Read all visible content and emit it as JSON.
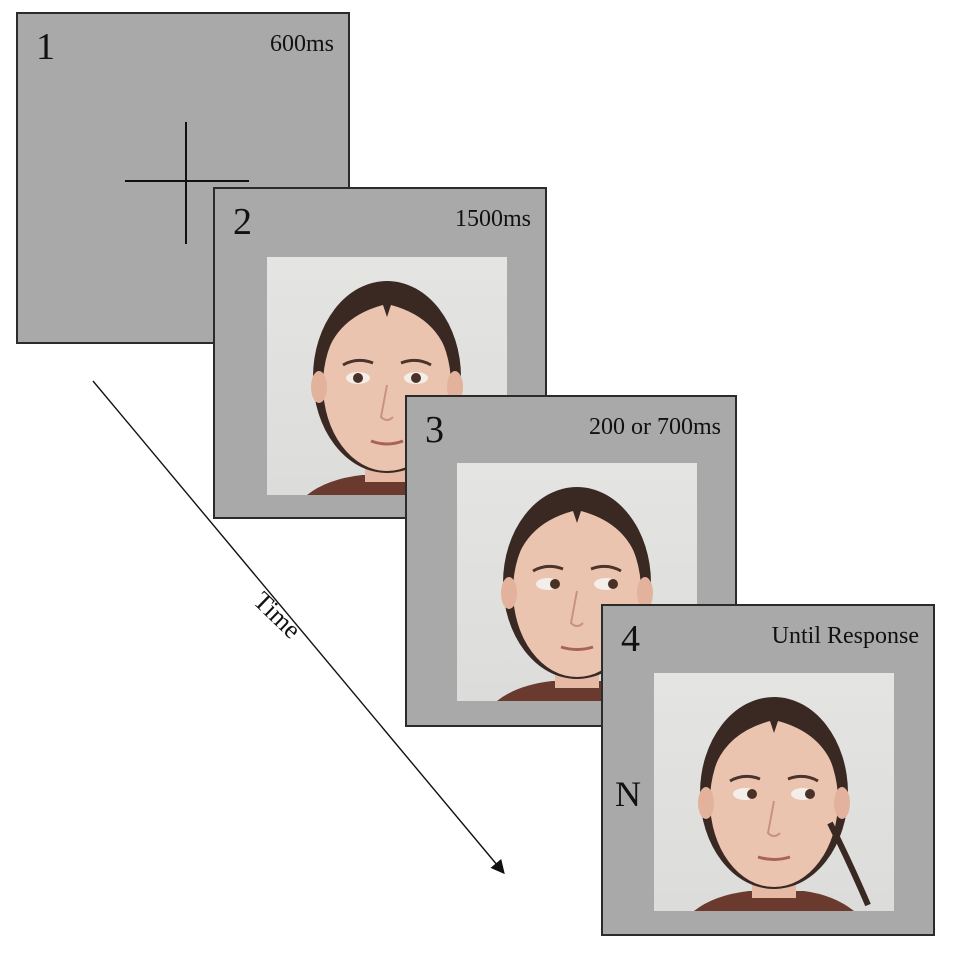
{
  "frames": [
    {
      "number": "1",
      "duration": "600ms"
    },
    {
      "number": "2",
      "duration": "1500ms"
    },
    {
      "number": "3",
      "duration": "200 or 700ms"
    },
    {
      "number": "4",
      "duration": "Until Response",
      "letter": "N"
    }
  ],
  "axis": {
    "label": "Time"
  },
  "stimulus": {
    "face_1": "face-photo-direct-gaze",
    "face_2": "face-photo-averted-gaze-right",
    "face_3": "face-photo-averted-gaze-right"
  },
  "colors": {
    "frame_background": "#a9a9a9",
    "frame_border": "#2b2b2b",
    "text": "#111111"
  }
}
